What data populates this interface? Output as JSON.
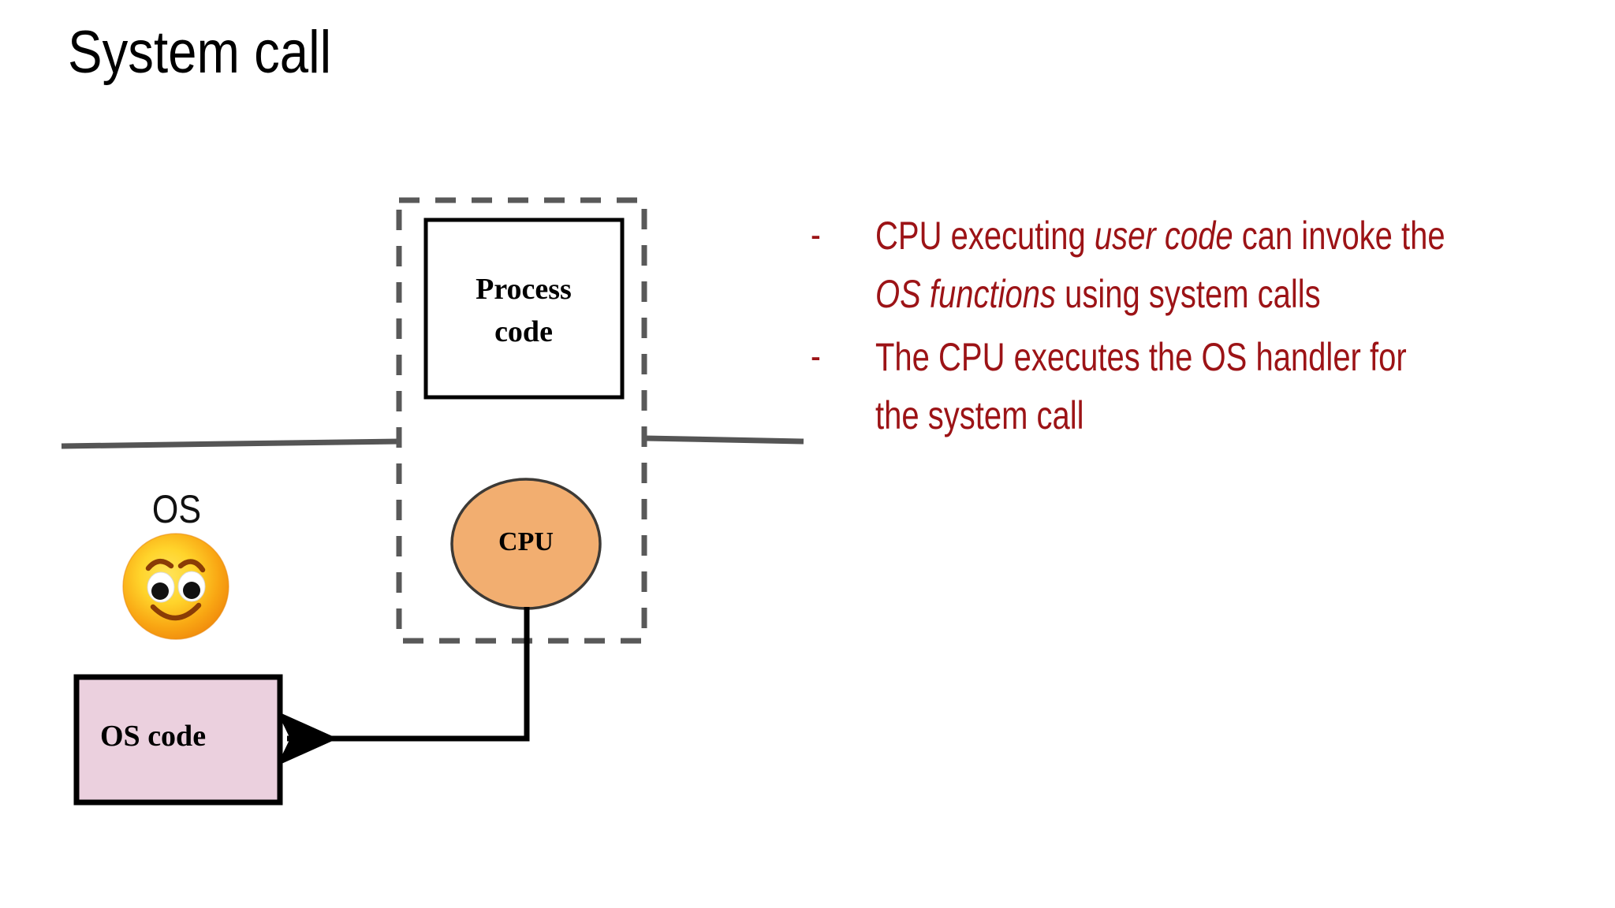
{
  "slide": {
    "title": "System call",
    "background_color": "#FFFFFF"
  },
  "colors": {
    "title_text": "#000000",
    "bullet_text": "#9C1316",
    "cpu_fill": "#F2AE70",
    "cpu_stroke": "#3D3A36",
    "os_code_fill": "#EBD0DE",
    "os_code_stroke": "#000000",
    "process_box_stroke": "#000000",
    "dashed_box_stroke": "#595959",
    "separator_line": "#555555",
    "arrow_stroke": "#000000",
    "smiley_center": "#FFD92E",
    "smiley_edge": "#F08A10",
    "smiley_feature": "#8A3C06"
  },
  "diagram": {
    "dashed_container": {
      "name": "process-boundary",
      "style": "dashed"
    },
    "process_box": {
      "label": "Process\ncode"
    },
    "cpu": {
      "label": "CPU"
    },
    "os_code_box": {
      "label": "OS code"
    },
    "os_actor": {
      "label": "OS",
      "icon": "smiley-face-icon"
    },
    "separators": {
      "left_line_label": "",
      "right_line_label": ""
    },
    "arrow": {
      "from": "CPU",
      "to": "OS code",
      "label": ""
    }
  },
  "bullets": [
    {
      "marker": "-",
      "segments": [
        {
          "text": "CPU executing ",
          "italic": false
        },
        {
          "text": "user code",
          "italic": true
        },
        {
          "text": " can invoke the ",
          "italic": false
        },
        {
          "text": "OS functions",
          "italic": true
        },
        {
          "text": " using system calls",
          "italic": false
        }
      ],
      "plain": "CPU executing user code can invoke the OS functions using system calls"
    },
    {
      "marker": "-",
      "segments": [
        {
          "text": "The CPU executes the OS handler for the system call",
          "italic": false
        }
      ],
      "plain": "The CPU executes the OS handler for the system call"
    }
  ]
}
